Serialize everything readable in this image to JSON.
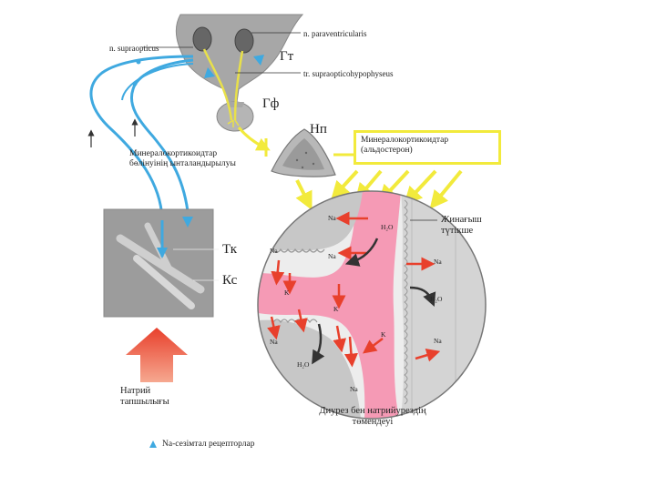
{
  "labels": {
    "paraventricularis": "n. paraventricularis",
    "supraopticus": "n. supraopticus",
    "tract": "tr. supraopticohypophyseus",
    "gt": "Гт",
    "gf": "Гф",
    "np": "Нп",
    "tk": "Тк",
    "ks": "Кс",
    "mineralo_left_1": "Минералокортикоидтар",
    "mineralo_left_2": "бөлінуінің ынталандырылуы",
    "box_line1": "Минералокортикоидтар",
    "box_line2": "(альдостерон)",
    "collecting_1": "Жинағыш",
    "collecting_2": "түтікше",
    "sodium_intake_1": "Натрий",
    "sodium_intake_2": "тапшылығы",
    "diuresis_1": "Диурез бен натрийурездің",
    "diuresis_2": "төмендеуі",
    "legend": "Na-сезімтал рецепторлар"
  },
  "molecules": {
    "na": "Na",
    "k": "K",
    "h2o": "H₂O"
  },
  "colors": {
    "blue": "#3fa9e0",
    "yellow": "#f2ea3c",
    "red": "#e8402c",
    "pink": "#f59ab5",
    "gray": "#9a9a9a"
  }
}
